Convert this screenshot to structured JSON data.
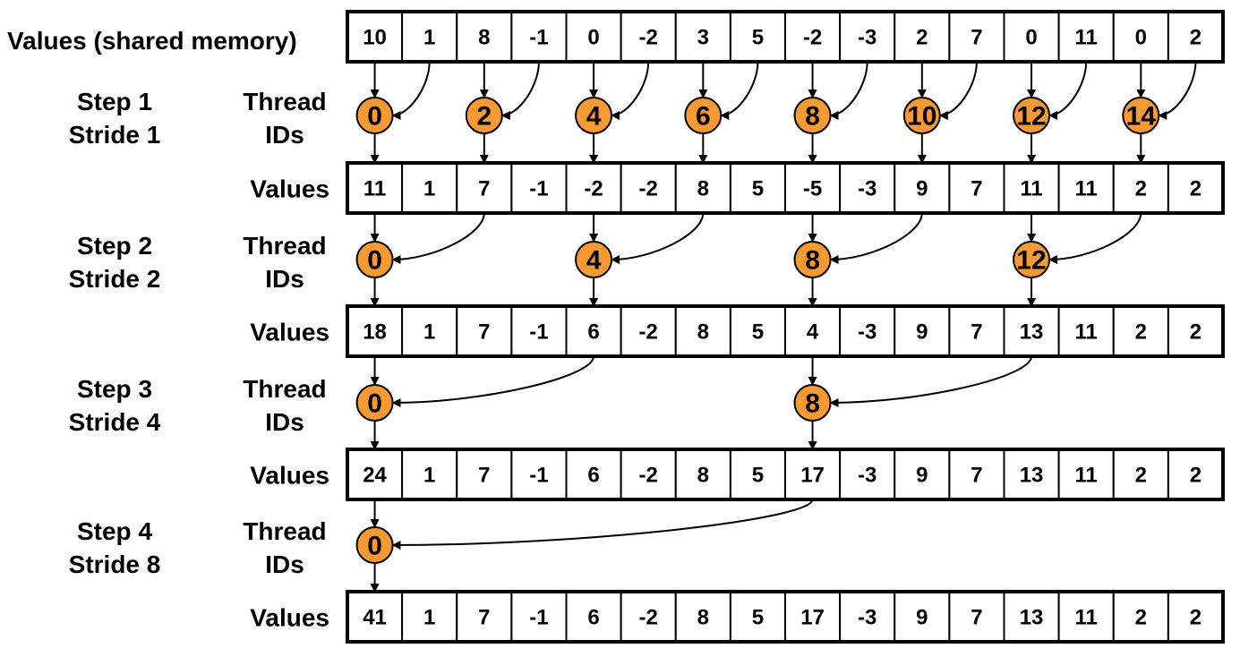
{
  "header_label": "Values (shared memory)",
  "values_label": "Values",
  "thread_label_line1": "Thread",
  "thread_label_line2": "IDs",
  "rows": [
    [
      10,
      1,
      8,
      -1,
      0,
      -2,
      3,
      5,
      -2,
      -3,
      2,
      7,
      0,
      11,
      0,
      2
    ],
    [
      11,
      1,
      7,
      -1,
      -2,
      -2,
      8,
      5,
      -5,
      -3,
      9,
      7,
      11,
      11,
      2,
      2
    ],
    [
      18,
      1,
      7,
      -1,
      6,
      -2,
      8,
      5,
      4,
      -3,
      9,
      7,
      13,
      11,
      2,
      2
    ],
    [
      24,
      1,
      7,
      -1,
      6,
      -2,
      8,
      5,
      17,
      -3,
      9,
      7,
      13,
      11,
      2,
      2
    ],
    [
      41,
      1,
      7,
      -1,
      6,
      -2,
      8,
      5,
      17,
      -3,
      9,
      7,
      13,
      11,
      2,
      2
    ]
  ],
  "steps": [
    {
      "step_label": "Step 1",
      "stride_label": "Stride 1",
      "stride": 1,
      "threads": [
        0,
        2,
        4,
        6,
        8,
        10,
        12,
        14
      ]
    },
    {
      "step_label": "Step 2",
      "stride_label": "Stride 2",
      "stride": 2,
      "threads": [
        0,
        4,
        8,
        12
      ]
    },
    {
      "step_label": "Step 3",
      "stride_label": "Stride 4",
      "stride": 4,
      "threads": [
        0,
        8
      ]
    },
    {
      "step_label": "Step 4",
      "stride_label": "Stride 8",
      "stride": 8,
      "threads": [
        0
      ]
    }
  ],
  "colors": {
    "thread_fill": "#F79A33",
    "stroke": "#000000",
    "background": "#FFFFFF"
  }
}
